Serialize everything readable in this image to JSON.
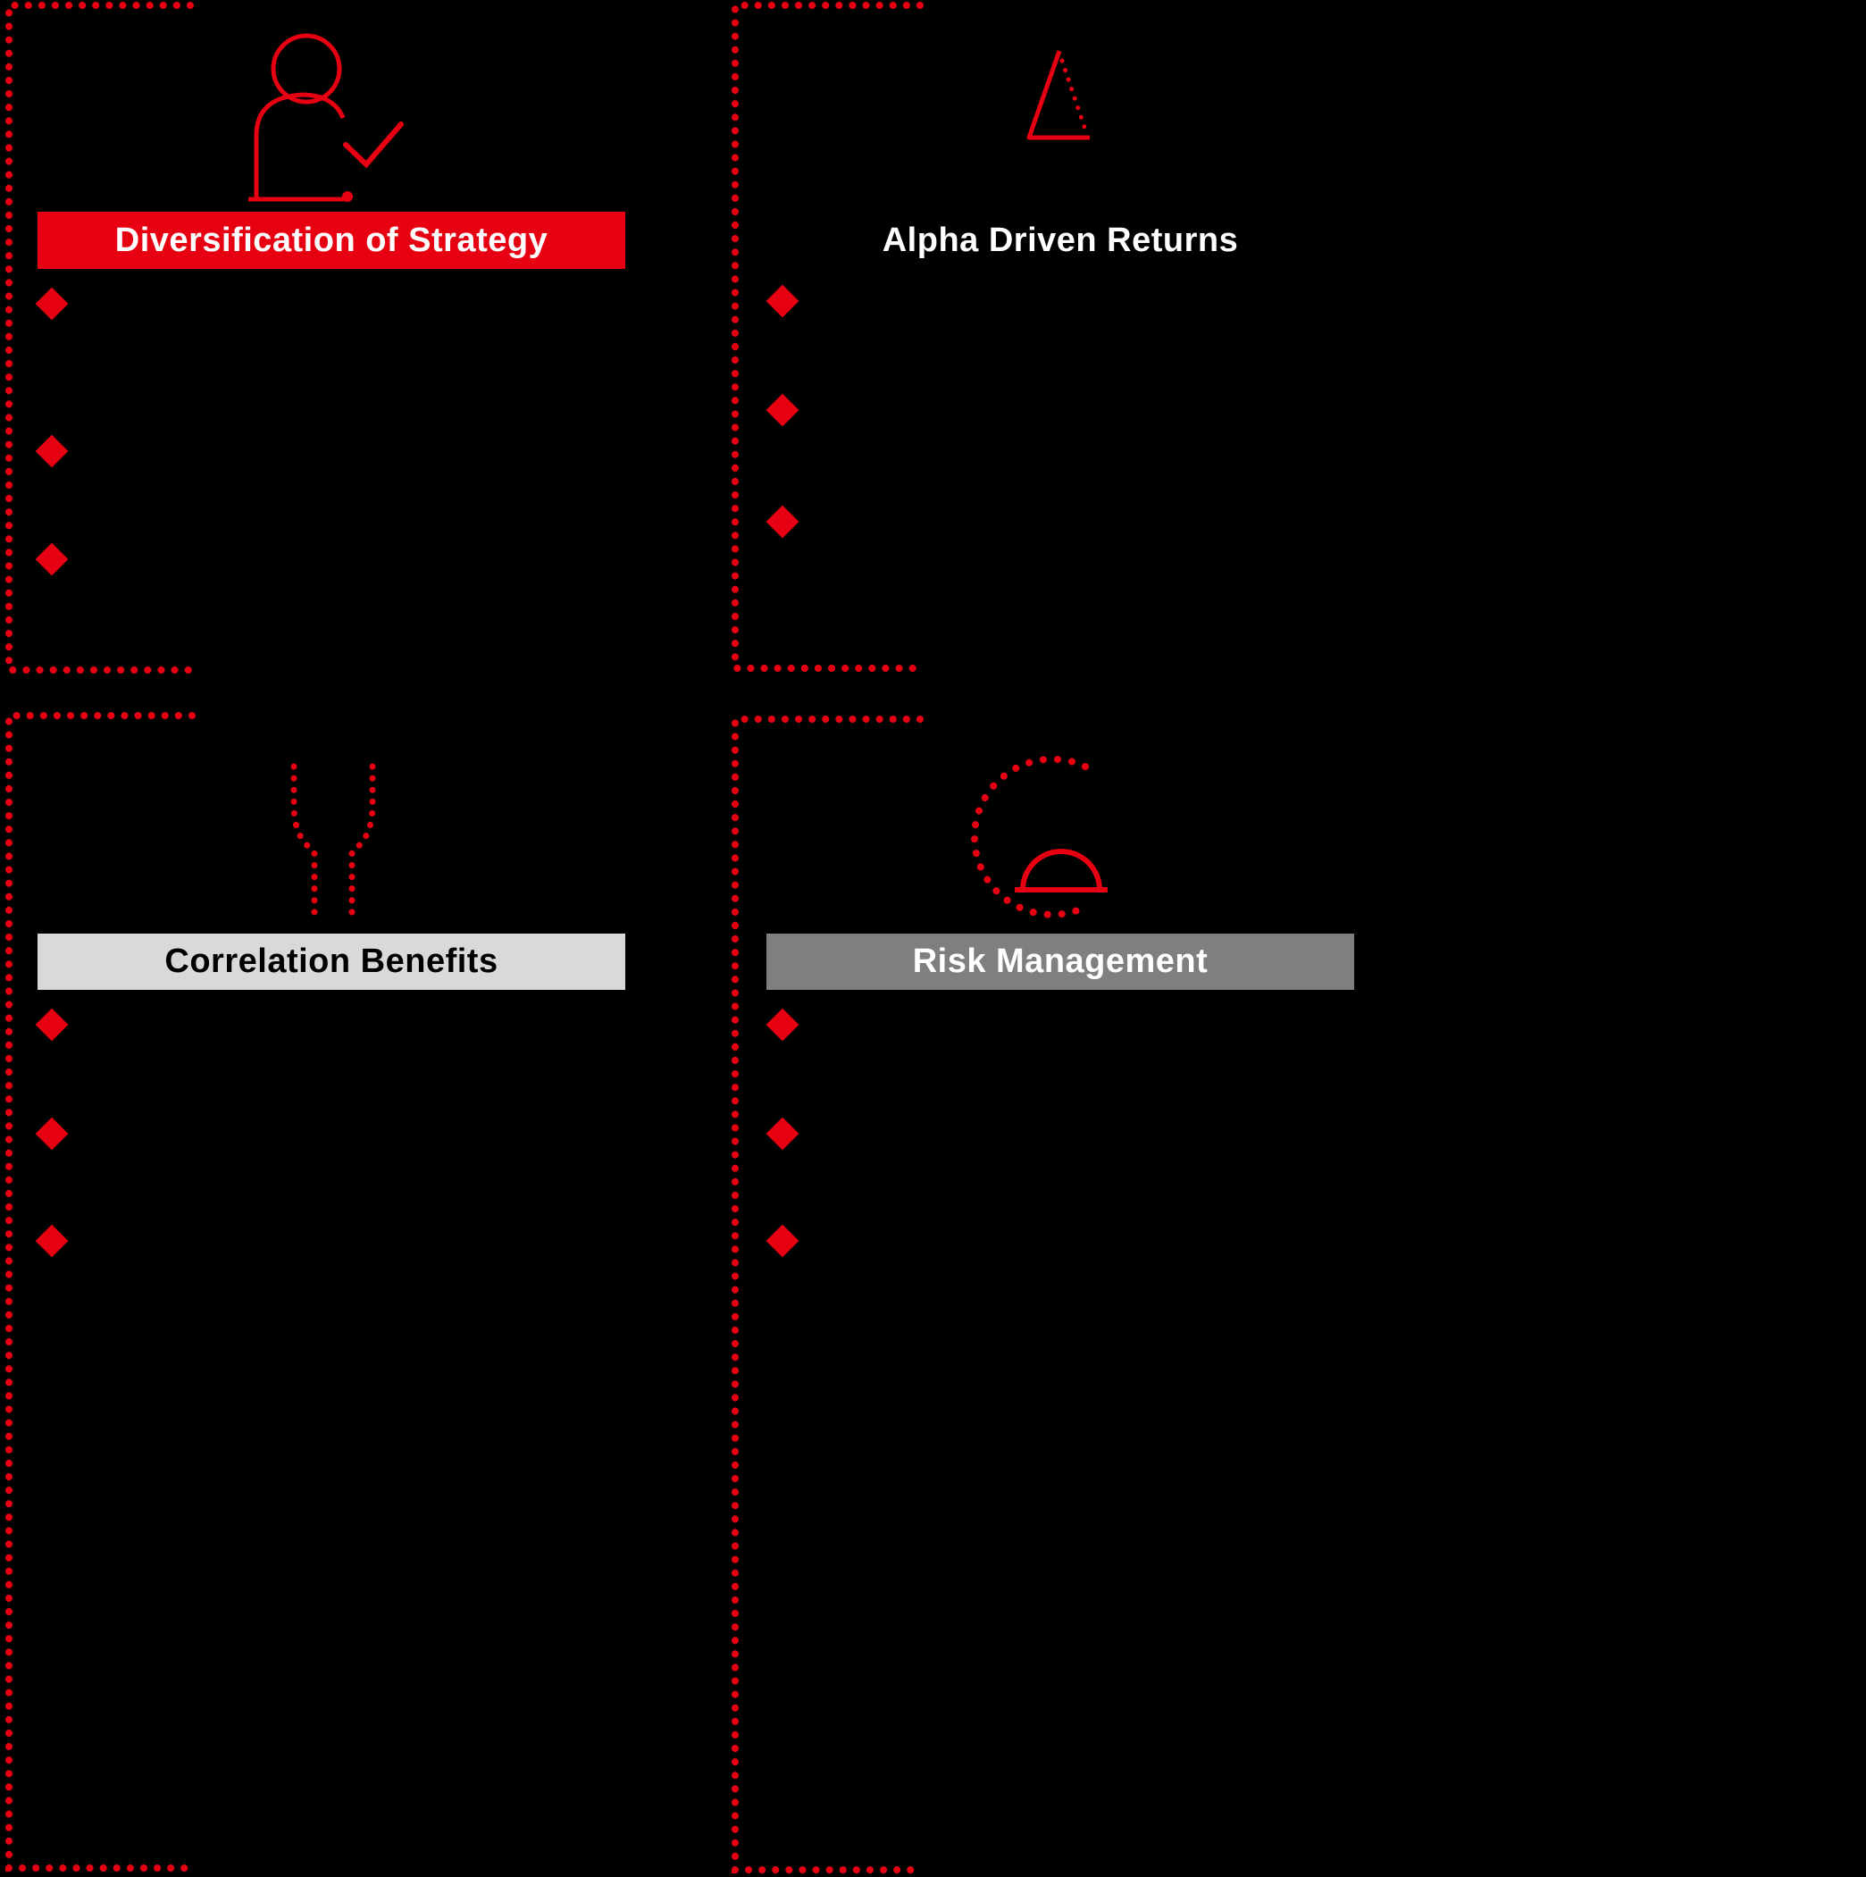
{
  "figure": {
    "background_color": "#000000",
    "accent_red": "#e60012",
    "light_gray_banner_color": "#d9d9d9",
    "dark_gray_banner_color": "#7f7f7f",
    "bullet_marker": "diamond"
  },
  "quadrants": [
    {
      "title": "Diversification of Strategy",
      "icon": "person-check-icon",
      "banner_style": "red",
      "bullet_count": 3
    },
    {
      "title": "Alpha Driven Returns",
      "icon": "triangle-delta-icon",
      "banner_style": "none",
      "bullet_count": 3
    },
    {
      "title": "Correlation Benefits",
      "icon": "funnel-y-icon",
      "banner_style": "light-gray",
      "bullet_count": 3
    },
    {
      "title": "Risk Management",
      "icon": "gauge-icon",
      "banner_style": "dark-gray",
      "bullet_count": 3
    }
  ]
}
